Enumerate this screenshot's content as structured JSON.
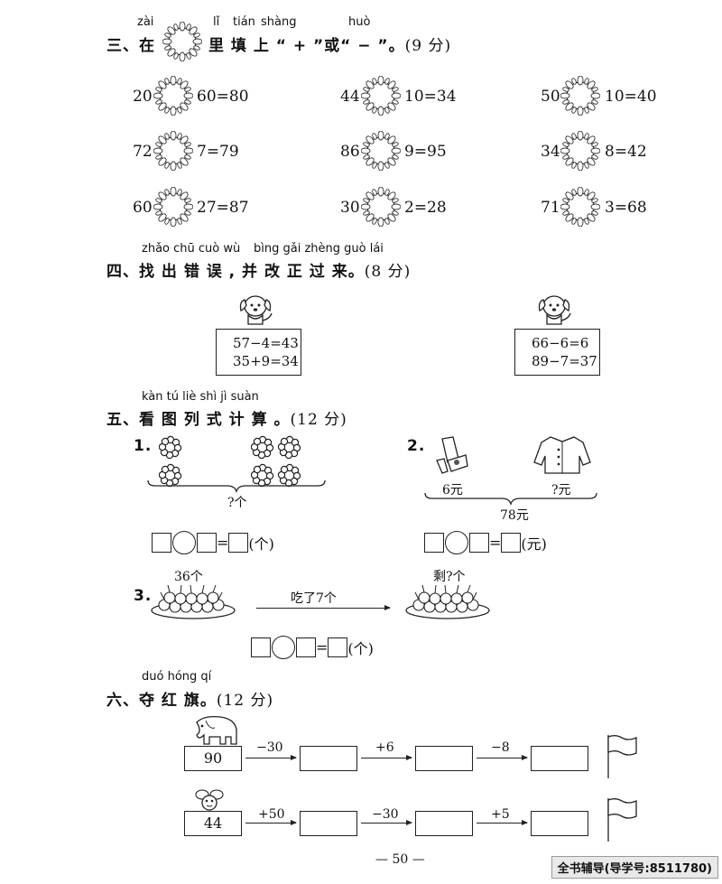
{
  "section3": {
    "pinyin": {
      "zai": "zài",
      "li": "lǐ",
      "tian": "tián",
      "shang": "shàng",
      "huo": "huò"
    },
    "prefix": "三、在",
    "title": "里 填 上 “ + ”或“ − ”。",
    "points": "(9 分)",
    "rows": [
      [
        {
          "a": "20",
          "b": "60=80"
        },
        {
          "a": "44",
          "b": "10=34"
        },
        {
          "a": "50",
          "b": "10=40"
        }
      ],
      [
        {
          "a": "72",
          "b": "7=79"
        },
        {
          "a": "86",
          "b": "9=95"
        },
        {
          "a": "34",
          "b": "8=42"
        }
      ],
      [
        {
          "a": "60",
          "b": "27=87"
        },
        {
          "a": "30",
          "b": "2=28"
        },
        {
          "a": "71",
          "b": "3=68"
        }
      ]
    ]
  },
  "section4": {
    "pinyin1": "zhǎo chū cuò wù",
    "pinyin2": "bìng gǎi zhèng guò lái",
    "title": "四、找 出 错 误 , 并 改 正 过 来。",
    "points": "(8 分)",
    "card_left": [
      "57−4=43",
      "35+9=34"
    ],
    "card_right": [
      "66−6=6",
      "89−7=37"
    ]
  },
  "section5": {
    "pinyin": "kàn tú liè shì jì suàn",
    "title": "五、看 图 列 式 计 算 。",
    "points": "(12 分)",
    "p1": {
      "num": "1.",
      "brace_label": "?个",
      "unit": "(个)"
    },
    "p2": {
      "num": "2.",
      "scarf_price": "6元",
      "coat_price": "?元",
      "total": "78元",
      "unit": "(元)"
    },
    "p3": {
      "num": "3.",
      "start": "36个",
      "action": "吃了7个",
      "remain": "剩?个",
      "unit": "(个)"
    }
  },
  "section6": {
    "pinyin": "duó hóng qí",
    "title": "六、夺 红 旗。",
    "points": "(12 分)",
    "chain1": {
      "start": "90",
      "ops": [
        "−30",
        "+6",
        "−8"
      ]
    },
    "chain2": {
      "start": "44",
      "ops": [
        "+50",
        "−30",
        "+5"
      ]
    }
  },
  "page_number": "— 50 —",
  "footer": "全书辅导(导学号:8511780)"
}
